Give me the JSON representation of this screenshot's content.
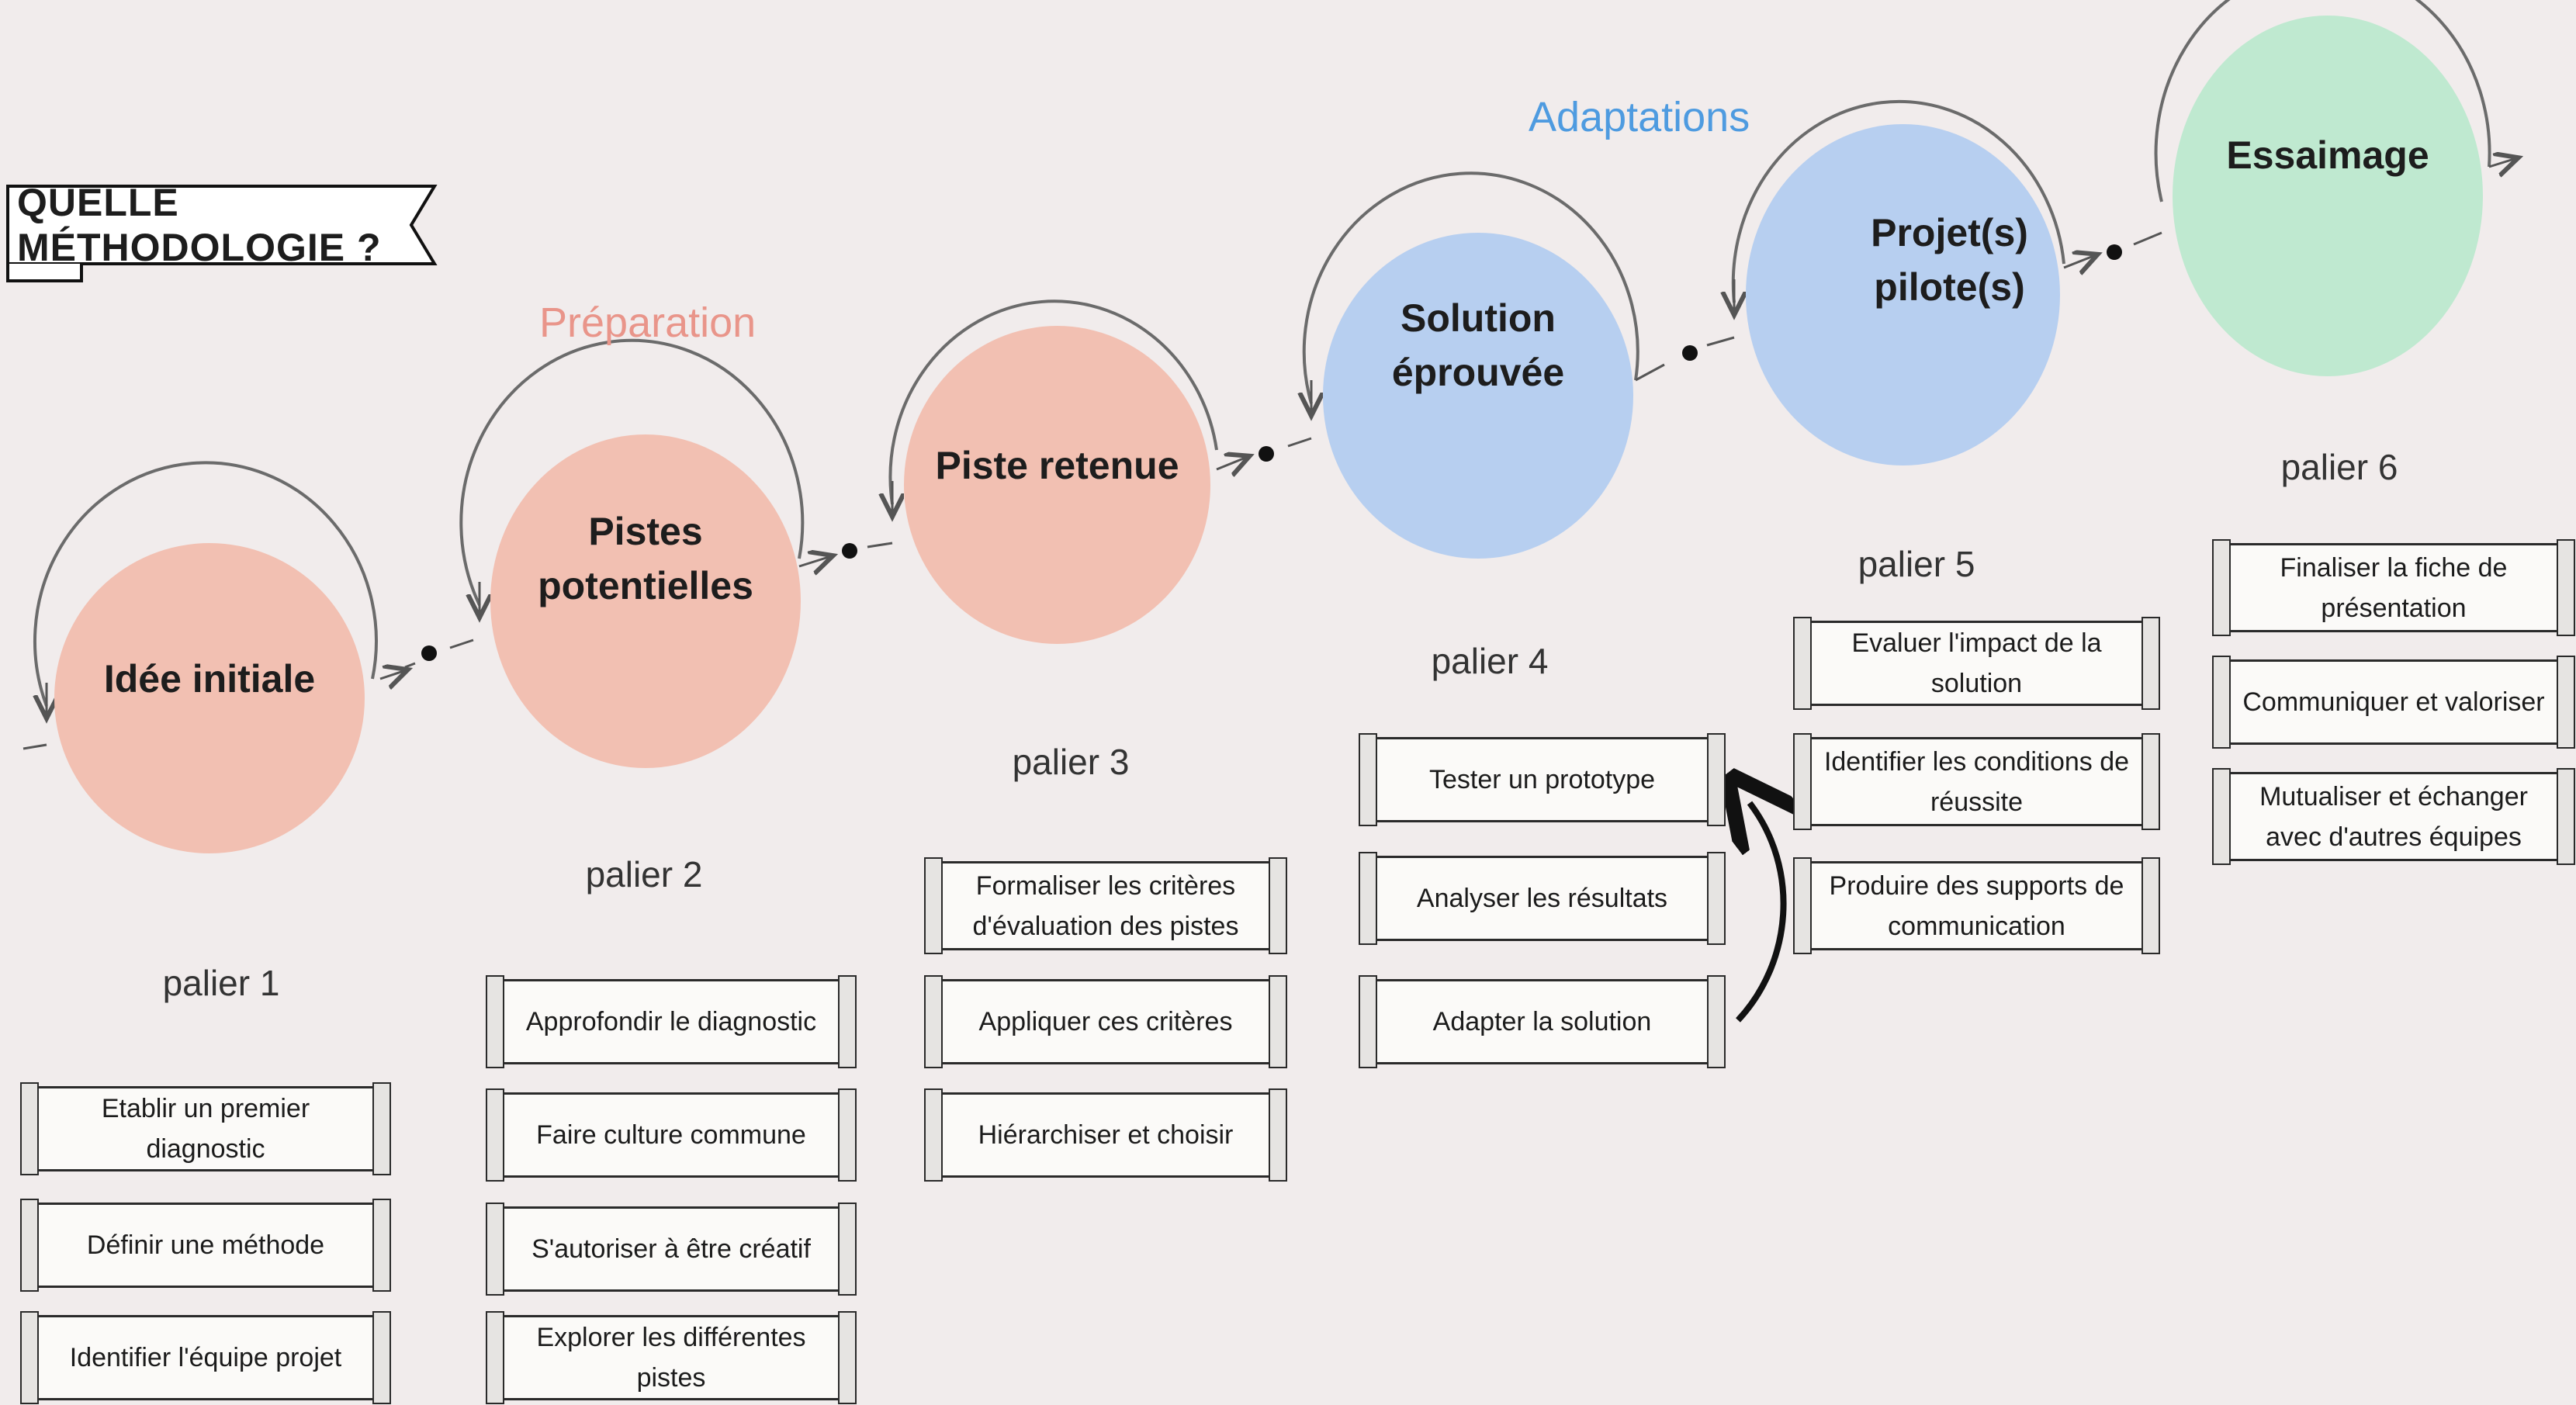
{
  "title": "QUELLE MÉTHODOLOGIE ?",
  "phases": {
    "preparation": "Préparation",
    "adaptations": "Adaptations"
  },
  "colors": {
    "preparation": "#f2c0b2",
    "adaptations": "#b7cff0",
    "essaimage": "#bfe9d0",
    "preparation_text": "#e9958a",
    "adaptations_text": "#4e9be0"
  },
  "stages": [
    {
      "label_lines": [
        "Idée initiale"
      ],
      "palier": "palier 1",
      "icon": "seed-icon",
      "actions": [
        "Etablir un premier diagnostic",
        "Définir une méthode",
        "Identifier l'équipe projet"
      ]
    },
    {
      "label_lines": [
        "Pistes",
        "potentielles"
      ],
      "palier": "palier 2",
      "icon": "seeds-icon",
      "actions": [
        "Approfondir le diagnostic",
        "Faire  culture commune",
        "S'autoriser à être créatif",
        "Explorer les différentes pistes"
      ]
    },
    {
      "label_lines": [
        "Piste retenue"
      ],
      "palier": "palier 3",
      "icon": "sprouting-seed-icon",
      "actions": [
        "Formaliser les critères d'évaluation des pistes",
        "Appliquer ces critères",
        "Hiérarchiser et choisir"
      ]
    },
    {
      "label_lines": [
        "Solution",
        "éprouvée"
      ],
      "palier": "palier 4",
      "icon": "seedling-icon",
      "actions": [
        "Tester un prototype",
        "Analyser les résultats",
        "Adapter la solution"
      ]
    },
    {
      "label_lines": [
        "Projet(s)",
        "pilote(s)"
      ],
      "palier": "palier 5",
      "icon": "plant-icon",
      "actions": [
        "Evaluer l'impact de la solution",
        "Identifier les conditions de réussite",
        "Produire des supports de communication"
      ]
    },
    {
      "label_lines": [
        "Essaimage"
      ],
      "palier": "palier 6",
      "icon": "bees-icon",
      "actions": [
        "Finaliser la fiche de présentation",
        "Communiquer et valoriser",
        "Mutualiser et échanger avec d'autres équipes"
      ]
    }
  ]
}
